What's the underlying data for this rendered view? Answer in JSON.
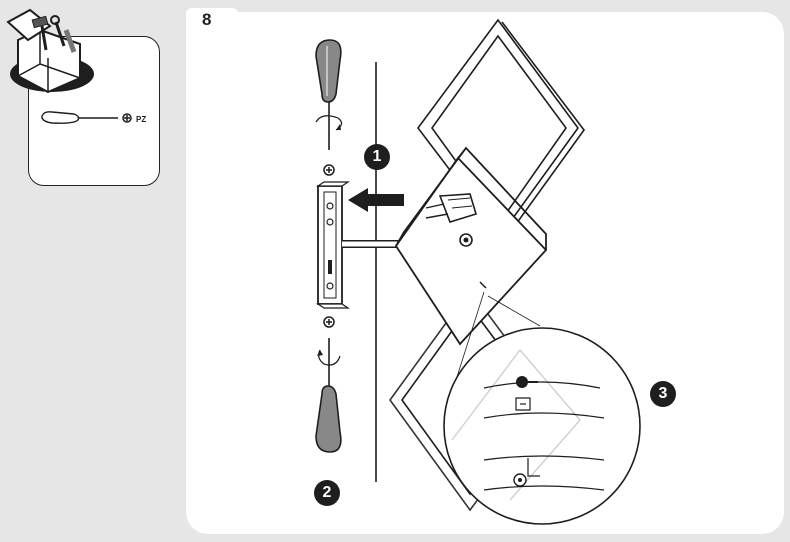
{
  "step": {
    "number": "8"
  },
  "tools": {
    "icon": "toolbox-icon",
    "screwdriver": {
      "icon": "screwdriver-icon",
      "bit_icon": "phillips-bit-icon",
      "label": "PZ"
    }
  },
  "callouts": [
    {
      "label": "1"
    },
    {
      "label": "2"
    },
    {
      "label": "3"
    }
  ],
  "icons": {
    "push_arrow": "arrow-left-icon",
    "rotate_tighten": "rotate-clockwise-icon",
    "rotate_loosen": "rotate-counterclockwise-icon",
    "detail_magnifier": "magnified-detail-icon"
  }
}
